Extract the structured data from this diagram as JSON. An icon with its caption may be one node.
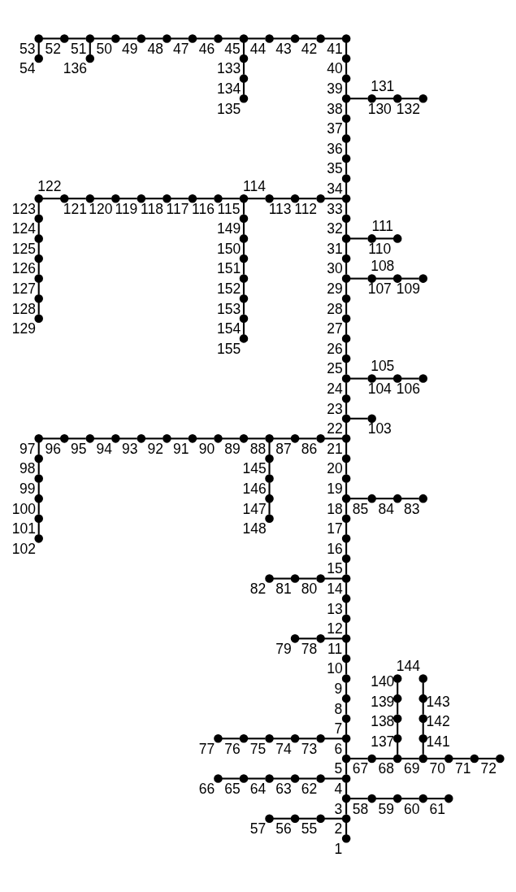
{
  "diagram": {
    "nodes": [
      {
        "text": [
          "1"
        ]
      },
      {
        "text": [
          "2"
        ]
      },
      {
        "text": [
          "3"
        ]
      },
      {
        "text": [
          "4"
        ]
      },
      {
        "text": [
          "5"
        ]
      },
      {
        "text": [
          "6"
        ]
      },
      {
        "text": [
          "7"
        ]
      },
      {
        "text": [
          "8"
        ]
      },
      {
        "text": [
          "9"
        ]
      },
      {
        "text": [
          "10"
        ]
      },
      {
        "text": [
          "11"
        ]
      },
      {
        "text": [
          "12"
        ]
      },
      {
        "text": [
          "13"
        ]
      },
      {
        "text": [
          "14"
        ]
      },
      {
        "text": [
          "15"
        ]
      },
      {
        "text": [
          "16"
        ]
      },
      {
        "text": [
          "17"
        ]
      },
      {
        "text": [
          "18"
        ]
      },
      {
        "text": [
          "19"
        ]
      },
      {
        "text": [
          "20"
        ]
      },
      {
        "text": [
          "21"
        ]
      },
      {
        "text": [
          "22"
        ]
      },
      {
        "text": [
          "23"
        ]
      },
      {
        "text": [
          "24"
        ]
      },
      {
        "text": [
          "25"
        ]
      },
      {
        "text": [
          "26"
        ]
      },
      {
        "text": [
          "27"
        ]
      },
      {
        "text": [
          "28"
        ]
      },
      {
        "text": [
          "29"
        ]
      },
      {
        "text": [
          "30"
        ]
      },
      {
        "text": [
          "31"
        ]
      },
      {
        "text": [
          "32"
        ]
      },
      {
        "text": [
          "33"
        ]
      },
      {
        "text": [
          "34"
        ]
      },
      {
        "text": [
          "35"
        ]
      },
      {
        "text": [
          "36"
        ]
      },
      {
        "text": [
          "37"
        ]
      },
      {
        "text": [
          "38"
        ]
      },
      {
        "text": [
          "39"
        ]
      },
      {
        "text": [
          "40"
        ]
      },
      {
        "text": [
          "41"
        ]
      },
      {
        "text": [
          "42"
        ]
      },
      {
        "text": [
          "43"
        ]
      },
      {
        "text": [
          "44"
        ]
      },
      {
        "text": [
          "45"
        ]
      },
      {
        "text": [
          "46"
        ]
      },
      {
        "text": [
          "47"
        ]
      },
      {
        "text": [
          "48"
        ]
      },
      {
        "text": [
          "49"
        ]
      },
      {
        "text": [
          "50"
        ]
      },
      {
        "text": [
          "51"
        ]
      },
      {
        "text": [
          "52"
        ]
      },
      {
        "text": [
          "53"
        ]
      },
      {
        "text": [
          "54"
        ]
      },
      {
        "text": [
          "55"
        ]
      },
      {
        "text": [
          "56"
        ]
      },
      {
        "text": [
          "57"
        ]
      },
      {
        "text": [
          "58"
        ]
      },
      {
        "text": [
          "59"
        ]
      },
      {
        "text": [
          "60"
        ]
      },
      {
        "text": [
          "61"
        ]
      },
      {
        "text": [
          "62"
        ]
      },
      {
        "text": [
          "63"
        ]
      },
      {
        "text": [
          "64"
        ]
      },
      {
        "text": [
          "65"
        ]
      },
      {
        "text": [
          "66"
        ]
      },
      {
        "text": [
          "67"
        ]
      },
      {
        "text": [
          "68"
        ]
      },
      {
        "text": [
          "69"
        ]
      },
      {
        "text": [
          "70"
        ]
      },
      {
        "text": [
          "71"
        ]
      },
      {
        "text": [
          "72"
        ]
      },
      {
        "text": [
          "73"
        ]
      },
      {
        "text": [
          "74"
        ]
      },
      {
        "text": [
          "75"
        ]
      },
      {
        "text": [
          "76"
        ]
      },
      {
        "text": [
          "77"
        ]
      },
      {
        "text": [
          "78"
        ]
      },
      {
        "text": [
          "79"
        ]
      },
      {
        "text": [
          "80"
        ]
      },
      {
        "text": [
          "81"
        ]
      },
      {
        "text": [
          "82"
        ]
      },
      {
        "text": [
          "83"
        ]
      },
      {
        "text": [
          "84"
        ]
      },
      {
        "text": [
          "85"
        ]
      },
      {
        "text": [
          "86"
        ]
      },
      {
        "text": [
          "87"
        ]
      },
      {
        "text": [
          "88"
        ]
      },
      {
        "text": [
          "89"
        ]
      },
      {
        "text": [
          "90"
        ]
      },
      {
        "text": [
          "91"
        ]
      },
      {
        "text": [
          "92"
        ]
      },
      {
        "text": [
          "93"
        ]
      },
      {
        "text": [
          "94"
        ]
      },
      {
        "text": [
          "95"
        ]
      },
      {
        "text": [
          "96"
        ]
      },
      {
        "text": [
          "97"
        ]
      },
      {
        "text": [
          "98"
        ]
      },
      {
        "text": [
          "99"
        ]
      },
      {
        "text": [
          "100"
        ]
      },
      {
        "text": [
          "101"
        ]
      },
      {
        "text": [
          "102"
        ]
      },
      {
        "text": [
          "103"
        ]
      },
      {
        "text": [
          "104"
        ]
      },
      {
        "text": [
          "105"
        ]
      },
      {
        "text": [
          "106"
        ]
      },
      {
        "text": [
          "107"
        ]
      },
      {
        "text": [
          "108"
        ]
      },
      {
        "text": [
          "109"
        ]
      },
      {
        "text": [
          "110"
        ]
      },
      {
        "text": [
          "111"
        ]
      },
      {
        "text": [
          "112"
        ]
      },
      {
        "text": [
          "113"
        ]
      },
      {
        "text": [
          "114"
        ]
      },
      {
        "text": [
          "115"
        ]
      },
      {
        "text": [
          "116"
        ]
      },
      {
        "text": [
          "117"
        ]
      },
      {
        "text": [
          "118"
        ]
      },
      {
        "text": [
          "119"
        ]
      },
      {
        "text": [
          "120"
        ]
      },
      {
        "text": [
          "121"
        ]
      },
      {
        "text": [
          "122"
        ]
      },
      {
        "text": [
          "123"
        ]
      },
      {
        "text": [
          "124"
        ]
      },
      {
        "text": [
          "125"
        ]
      },
      {
        "text": [
          "126"
        ]
      },
      {
        "text": [
          "127"
        ]
      },
      {
        "text": [
          "128"
        ]
      },
      {
        "text": [
          "129"
        ]
      },
      {
        "text": [
          "130"
        ]
      },
      {
        "text": [
          "131"
        ]
      },
      {
        "text": [
          "132"
        ]
      },
      {
        "text": [
          "133"
        ]
      },
      {
        "text": [
          "134"
        ]
      },
      {
        "text": [
          "135"
        ]
      },
      {
        "text": [
          "136"
        ]
      },
      {
        "text": [
          "137"
        ]
      },
      {
        "text": [
          "138"
        ]
      },
      {
        "text": [
          "139"
        ]
      },
      {
        "text": [
          "140"
        ]
      },
      {
        "text": [
          "141"
        ]
      },
      {
        "text": [
          "142"
        ]
      },
      {
        "text": [
          "143"
        ]
      },
      {
        "text": [
          "144"
        ]
      },
      {
        "text": [
          "145"
        ]
      },
      {
        "text": [
          "146"
        ]
      },
      {
        "text": [
          "147"
        ]
      },
      {
        "text": [
          "148"
        ]
      },
      {
        "text": [
          "149"
        ]
      },
      {
        "text": [
          "150"
        ]
      },
      {
        "text": [
          "151"
        ]
      },
      {
        "text": [
          "152"
        ]
      },
      {
        "text": [
          "153"
        ]
      },
      {
        "text": [
          "154"
        ]
      },
      {
        "text": [
          "155"
        ]
      }
    ],
    "edges": [
      {
        "from": 0,
        "to": 1,
        "arrow": "none"
      },
      {
        "from": 1,
        "to": 2,
        "arrow": "none"
      },
      {
        "from": 2,
        "to": 3,
        "arrow": "none"
      },
      {
        "from": 3,
        "to": 4,
        "arrow": "none"
      },
      {
        "from": 4,
        "to": 5,
        "arrow": "none"
      },
      {
        "from": 5,
        "to": 6,
        "arrow": "none"
      },
      {
        "from": 6,
        "to": 7,
        "arrow": "none"
      },
      {
        "from": 7,
        "to": 8,
        "arrow": "none"
      },
      {
        "from": 8,
        "to": 9,
        "arrow": "none"
      },
      {
        "from": 9,
        "to": 10,
        "arrow": "none"
      },
      {
        "from": 10,
        "to": 11,
        "arrow": "none"
      },
      {
        "from": 11,
        "to": 12,
        "arrow": "none"
      },
      {
        "from": 12,
        "to": 13,
        "arrow": "none"
      },
      {
        "from": 13,
        "to": 14,
        "arrow": "none"
      },
      {
        "from": 14,
        "to": 15,
        "arrow": "none"
      },
      {
        "from": 15,
        "to": 16,
        "arrow": "none"
      },
      {
        "from": 16,
        "to": 17,
        "arrow": "none"
      },
      {
        "from": 17,
        "to": 18,
        "arrow": "none"
      },
      {
        "from": 18,
        "to": 19,
        "arrow": "none"
      },
      {
        "from": 19,
        "to": 20,
        "arrow": "none"
      },
      {
        "from": 20,
        "to": 21,
        "arrow": "none"
      },
      {
        "from": 21,
        "to": 22,
        "arrow": "none"
      },
      {
        "from": 22,
        "to": 23,
        "arrow": "none"
      },
      {
        "from": 23,
        "to": 24,
        "arrow": "none"
      },
      {
        "from": 24,
        "to": 25,
        "arrow": "none"
      },
      {
        "from": 25,
        "to": 26,
        "arrow": "none"
      },
      {
        "from": 26,
        "to": 27,
        "arrow": "none"
      },
      {
        "from": 27,
        "to": 28,
        "arrow": "none"
      },
      {
        "from": 28,
        "to": 29,
        "arrow": "none"
      },
      {
        "from": 29,
        "to": 30,
        "arrow": "none"
      },
      {
        "from": 30,
        "to": 31,
        "arrow": "none"
      },
      {
        "from": 31,
        "to": 32,
        "arrow": "none"
      },
      {
        "from": 32,
        "to": 33,
        "arrow": "none"
      },
      {
        "from": 33,
        "to": 34,
        "arrow": "none"
      },
      {
        "from": 34,
        "to": 35,
        "arrow": "none"
      },
      {
        "from": 35,
        "to": 36,
        "arrow": "none"
      },
      {
        "from": 36,
        "to": 37,
        "arrow": "none"
      },
      {
        "from": 37,
        "to": 38,
        "arrow": "none"
      },
      {
        "from": 38,
        "to": 39,
        "arrow": "none"
      },
      {
        "from": 39,
        "to": 40,
        "arrow": "none"
      },
      {
        "from": 56,
        "to": 55,
        "arrow": "none"
      },
      {
        "from": 55,
        "to": 54,
        "arrow": "none"
      },
      {
        "from": 54,
        "to": 1,
        "arrow": "none"
      },
      {
        "from": 2,
        "to": 57,
        "arrow": "none"
      },
      {
        "from": 57,
        "to": 58,
        "arrow": "none"
      },
      {
        "from": 58,
        "to": 59,
        "arrow": "none"
      },
      {
        "from": 59,
        "to": 60,
        "arrow": "none"
      },
      {
        "from": 65,
        "to": 64,
        "arrow": "none"
      },
      {
        "from": 64,
        "to": 63,
        "arrow": "none"
      },
      {
        "from": 63,
        "to": 62,
        "arrow": "none"
      },
      {
        "from": 62,
        "to": 61,
        "arrow": "none"
      },
      {
        "from": 61,
        "to": 3,
        "arrow": "none"
      },
      {
        "from": 4,
        "to": 66,
        "arrow": "none"
      },
      {
        "from": 66,
        "to": 67,
        "arrow": "none"
      },
      {
        "from": 67,
        "to": 68,
        "arrow": "none"
      },
      {
        "from": 68,
        "to": 69,
        "arrow": "none"
      },
      {
        "from": 69,
        "to": 70,
        "arrow": "none"
      },
      {
        "from": 70,
        "to": 71,
        "arrow": "none"
      },
      {
        "from": 67,
        "to": 136,
        "arrow": "none"
      },
      {
        "from": 136,
        "to": 137,
        "arrow": "none"
      },
      {
        "from": 137,
        "to": 138,
        "arrow": "none"
      },
      {
        "from": 138,
        "to": 139,
        "arrow": "none"
      },
      {
        "from": 68,
        "to": 140,
        "arrow": "none"
      },
      {
        "from": 140,
        "to": 141,
        "arrow": "none"
      },
      {
        "from": 141,
        "to": 142,
        "arrow": "none"
      },
      {
        "from": 142,
        "to": 143,
        "arrow": "none"
      },
      {
        "from": 76,
        "to": 75,
        "arrow": "none"
      },
      {
        "from": 75,
        "to": 74,
        "arrow": "none"
      },
      {
        "from": 74,
        "to": 73,
        "arrow": "none"
      },
      {
        "from": 73,
        "to": 72,
        "arrow": "none"
      },
      {
        "from": 72,
        "to": 5,
        "arrow": "none"
      },
      {
        "from": 78,
        "to": 77,
        "arrow": "none"
      },
      {
        "from": 77,
        "to": 10,
        "arrow": "none"
      },
      {
        "from": 81,
        "to": 80,
        "arrow": "none"
      },
      {
        "from": 80,
        "to": 79,
        "arrow": "none"
      },
      {
        "from": 79,
        "to": 13,
        "arrow": "none"
      },
      {
        "from": 17,
        "to": 84,
        "arrow": "none"
      },
      {
        "from": 84,
        "to": 83,
        "arrow": "none"
      },
      {
        "from": 83,
        "to": 82,
        "arrow": "none"
      },
      {
        "from": 96,
        "to": 95,
        "arrow": "none"
      },
      {
        "from": 95,
        "to": 94,
        "arrow": "none"
      },
      {
        "from": 94,
        "to": 93,
        "arrow": "none"
      },
      {
        "from": 93,
        "to": 92,
        "arrow": "none"
      },
      {
        "from": 92,
        "to": 91,
        "arrow": "none"
      },
      {
        "from": 91,
        "to": 90,
        "arrow": "none"
      },
      {
        "from": 90,
        "to": 89,
        "arrow": "none"
      },
      {
        "from": 89,
        "to": 88,
        "arrow": "none"
      },
      {
        "from": 88,
        "to": 87,
        "arrow": "none"
      },
      {
        "from": 87,
        "to": 86,
        "arrow": "none"
      },
      {
        "from": 86,
        "to": 85,
        "arrow": "none"
      },
      {
        "from": 85,
        "to": 20,
        "arrow": "none"
      },
      {
        "from": 97,
        "to": 96,
        "arrow": "none"
      },
      {
        "from": 98,
        "to": 97,
        "arrow": "none"
      },
      {
        "from": 99,
        "to": 98,
        "arrow": "none"
      },
      {
        "from": 100,
        "to": 99,
        "arrow": "none"
      },
      {
        "from": 101,
        "to": 100,
        "arrow": "none"
      },
      {
        "from": 144,
        "to": 87,
        "arrow": "none"
      },
      {
        "from": 145,
        "to": 144,
        "arrow": "none"
      },
      {
        "from": 146,
        "to": 145,
        "arrow": "none"
      },
      {
        "from": 147,
        "to": 146,
        "arrow": "none"
      },
      {
        "from": 21,
        "to": 102,
        "arrow": "none"
      },
      {
        "from": 23,
        "to": 103,
        "arrow": "none"
      },
      {
        "from": 103,
        "to": 104,
        "arrow": "none"
      },
      {
        "from": 104,
        "to": 105,
        "arrow": "none"
      },
      {
        "from": 28,
        "to": 106,
        "arrow": "none"
      },
      {
        "from": 106,
        "to": 107,
        "arrow": "none"
      },
      {
        "from": 107,
        "to": 108,
        "arrow": "none"
      },
      {
        "from": 30,
        "to": 109,
        "arrow": "none"
      },
      {
        "from": 109,
        "to": 110,
        "arrow": "none"
      },
      {
        "from": 122,
        "to": 121,
        "arrow": "none"
      },
      {
        "from": 121,
        "to": 120,
        "arrow": "none"
      },
      {
        "from": 120,
        "to": 119,
        "arrow": "none"
      },
      {
        "from": 119,
        "to": 118,
        "arrow": "none"
      },
      {
        "from": 118,
        "to": 117,
        "arrow": "none"
      },
      {
        "from": 117,
        "to": 116,
        "arrow": "none"
      },
      {
        "from": 116,
        "to": 115,
        "arrow": "none"
      },
      {
        "from": 115,
        "to": 114,
        "arrow": "none"
      },
      {
        "from": 114,
        "to": 113,
        "arrow": "none"
      },
      {
        "from": 113,
        "to": 112,
        "arrow": "none"
      },
      {
        "from": 112,
        "to": 111,
        "arrow": "none"
      },
      {
        "from": 111,
        "to": 32,
        "arrow": "none"
      },
      {
        "from": 123,
        "to": 122,
        "arrow": "none"
      },
      {
        "from": 124,
        "to": 123,
        "arrow": "none"
      },
      {
        "from": 125,
        "to": 124,
        "arrow": "none"
      },
      {
        "from": 126,
        "to": 125,
        "arrow": "none"
      },
      {
        "from": 127,
        "to": 126,
        "arrow": "none"
      },
      {
        "from": 128,
        "to": 127,
        "arrow": "none"
      },
      {
        "from": 148,
        "to": 114,
        "arrow": "none"
      },
      {
        "from": 149,
        "to": 148,
        "arrow": "none"
      },
      {
        "from": 150,
        "to": 149,
        "arrow": "none"
      },
      {
        "from": 151,
        "to": 150,
        "arrow": "none"
      },
      {
        "from": 152,
        "to": 151,
        "arrow": "none"
      },
      {
        "from": 153,
        "to": 152,
        "arrow": "none"
      },
      {
        "from": 154,
        "to": 153,
        "arrow": "none"
      },
      {
        "from": 37,
        "to": 129,
        "arrow": "none"
      },
      {
        "from": 129,
        "to": 130,
        "arrow": "none"
      },
      {
        "from": 130,
        "to": 131,
        "arrow": "none"
      },
      {
        "from": 52,
        "to": 51,
        "arrow": "none"
      },
      {
        "from": 51,
        "to": 50,
        "arrow": "none"
      },
      {
        "from": 50,
        "to": 49,
        "arrow": "none"
      },
      {
        "from": 49,
        "to": 48,
        "arrow": "none"
      },
      {
        "from": 48,
        "to": 47,
        "arrow": "none"
      },
      {
        "from": 47,
        "to": 46,
        "arrow": "none"
      },
      {
        "from": 46,
        "to": 45,
        "arrow": "none"
      },
      {
        "from": 45,
        "to": 44,
        "arrow": "none"
      },
      {
        "from": 44,
        "to": 43,
        "arrow": "none"
      },
      {
        "from": 43,
        "to": 42,
        "arrow": "none"
      },
      {
        "from": 42,
        "to": 41,
        "arrow": "none"
      },
      {
        "from": 41,
        "to": 40,
        "arrow": "none"
      },
      {
        "from": 53,
        "to": 52,
        "arrow": "none"
      },
      {
        "from": 135,
        "to": 50,
        "arrow": "none"
      },
      {
        "from": 132,
        "to": 44,
        "arrow": "none"
      },
      {
        "from": 133,
        "to": 132,
        "arrow": "none"
      },
      {
        "from": 134,
        "to": 133,
        "arrow": "none"
      }
    ]
  }
}
